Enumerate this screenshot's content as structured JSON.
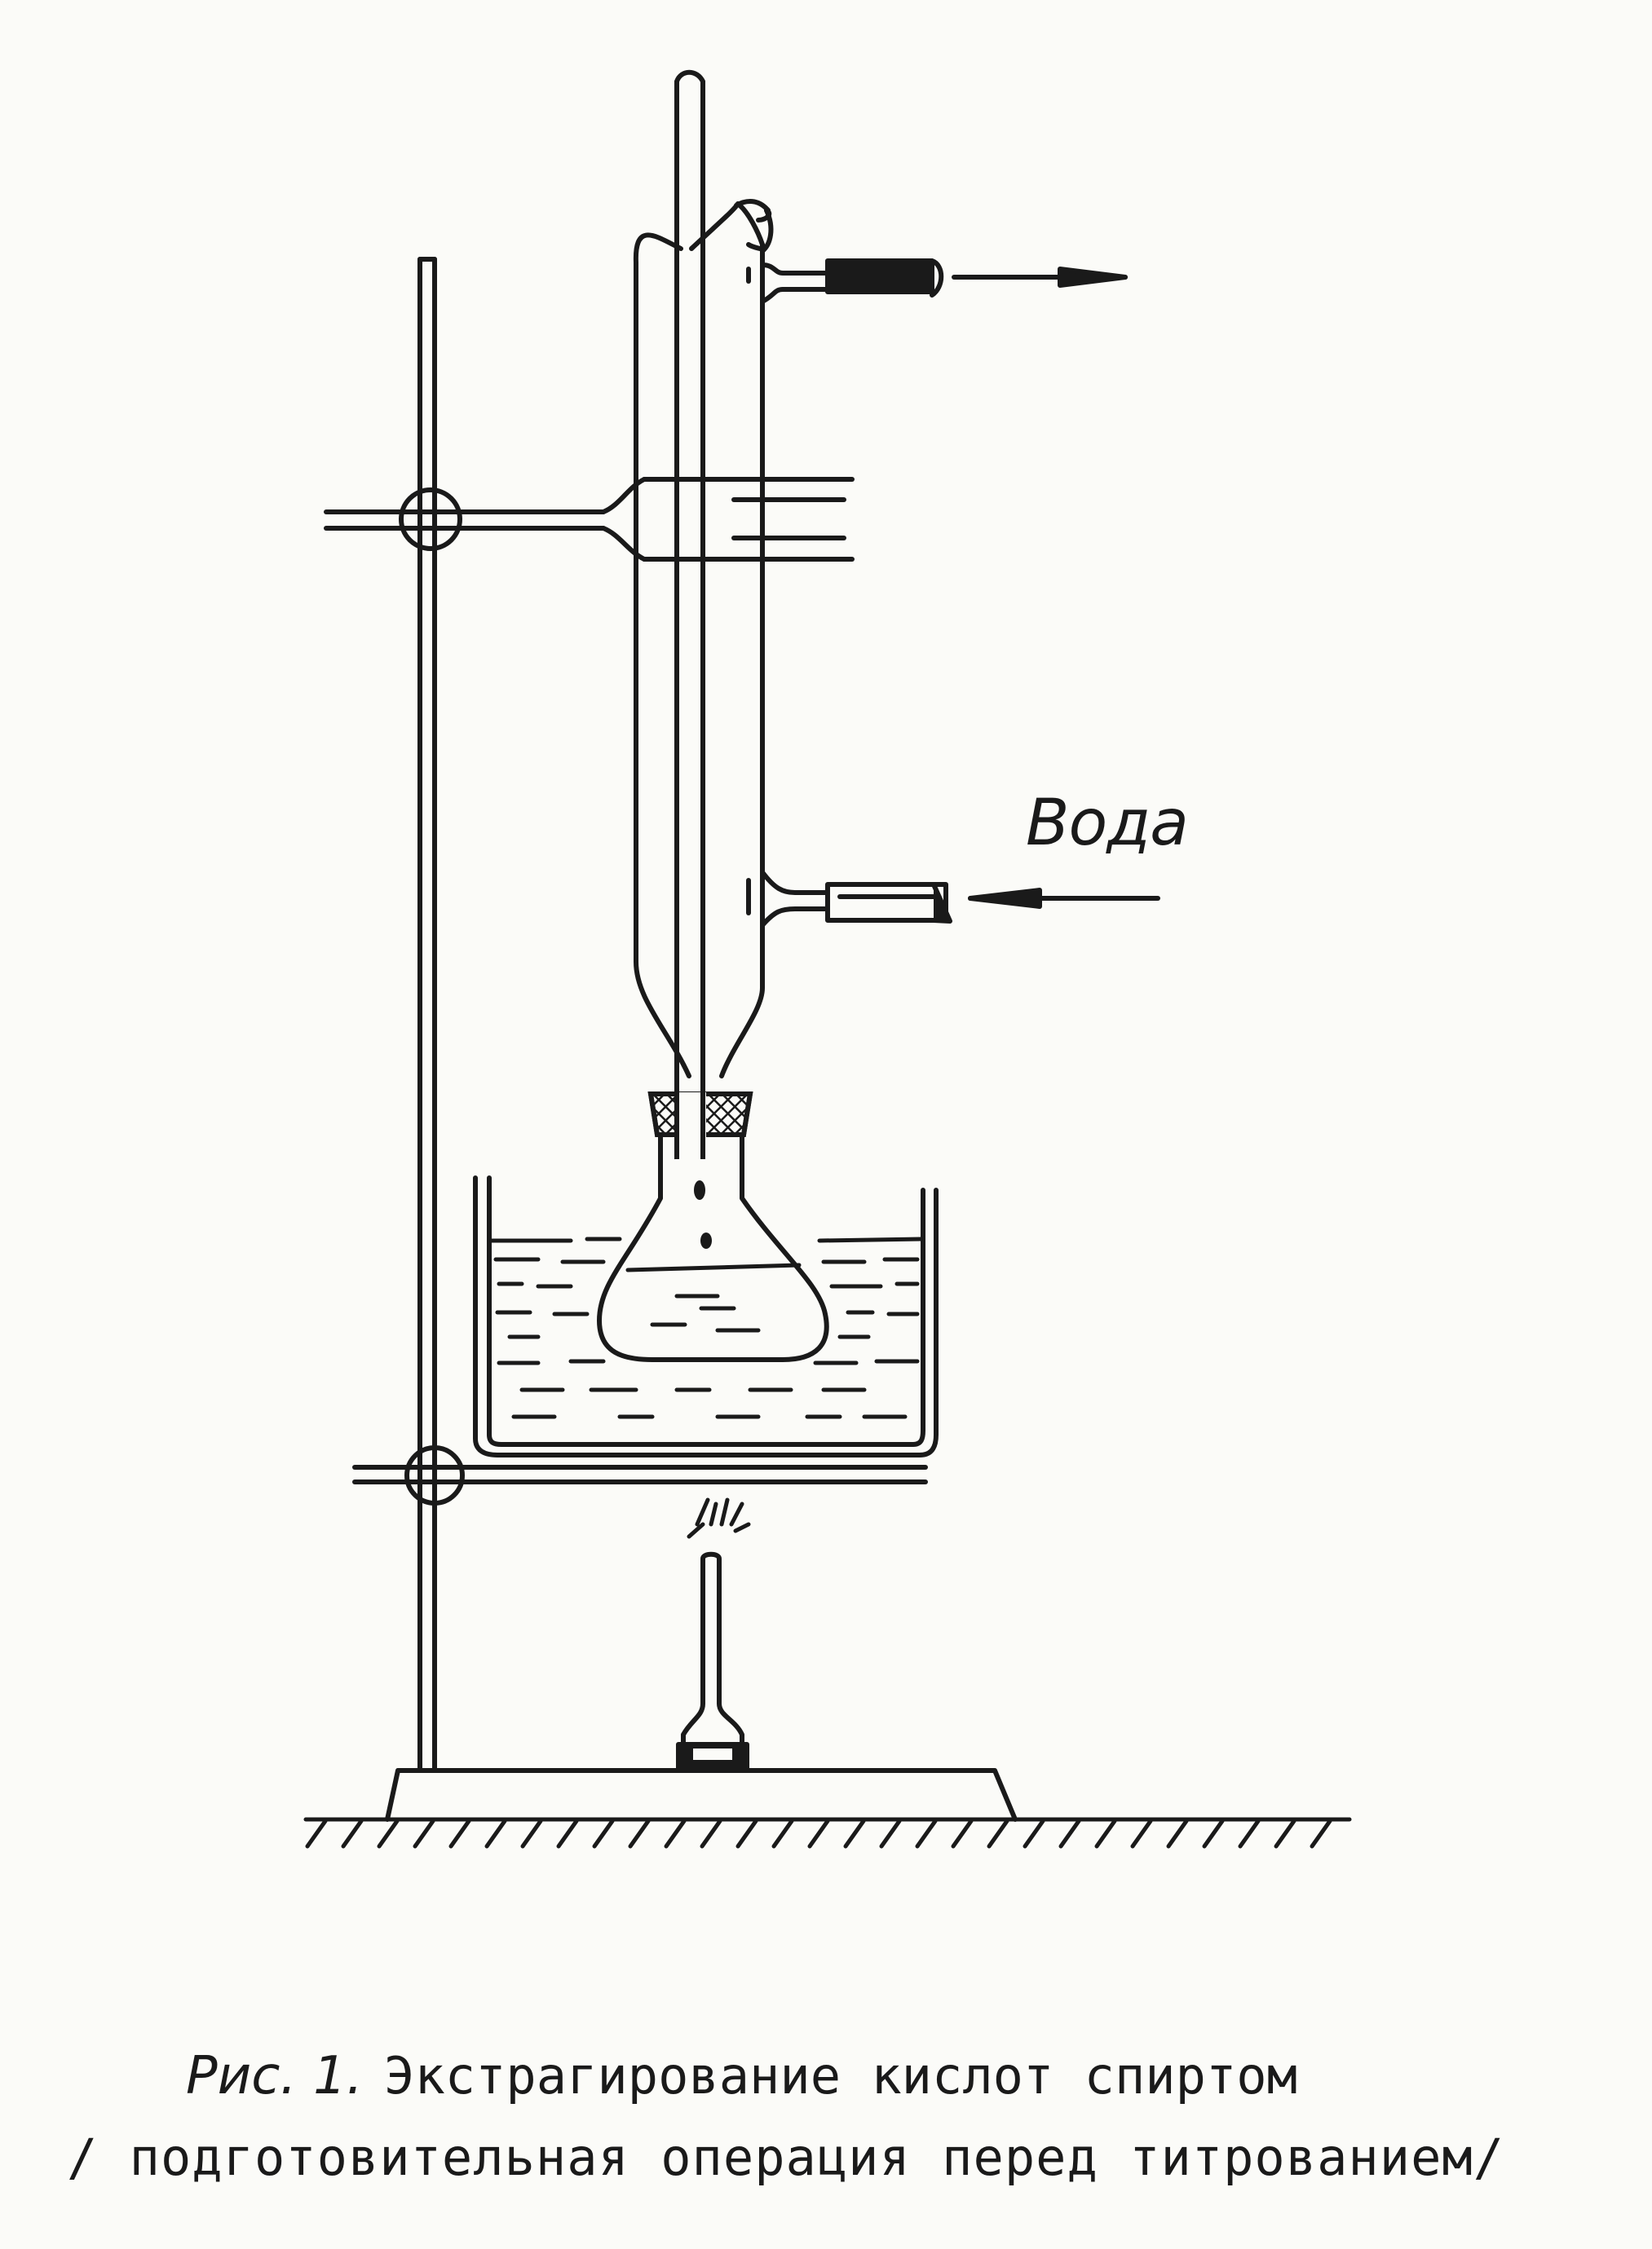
{
  "figure": {
    "water_label": "Вода"
  },
  "caption": {
    "reference": "Рис. 1.",
    "title": "Экстрагирование кислот спиртом",
    "subtitle": "/ подготовительная операция перед титрованием/"
  }
}
